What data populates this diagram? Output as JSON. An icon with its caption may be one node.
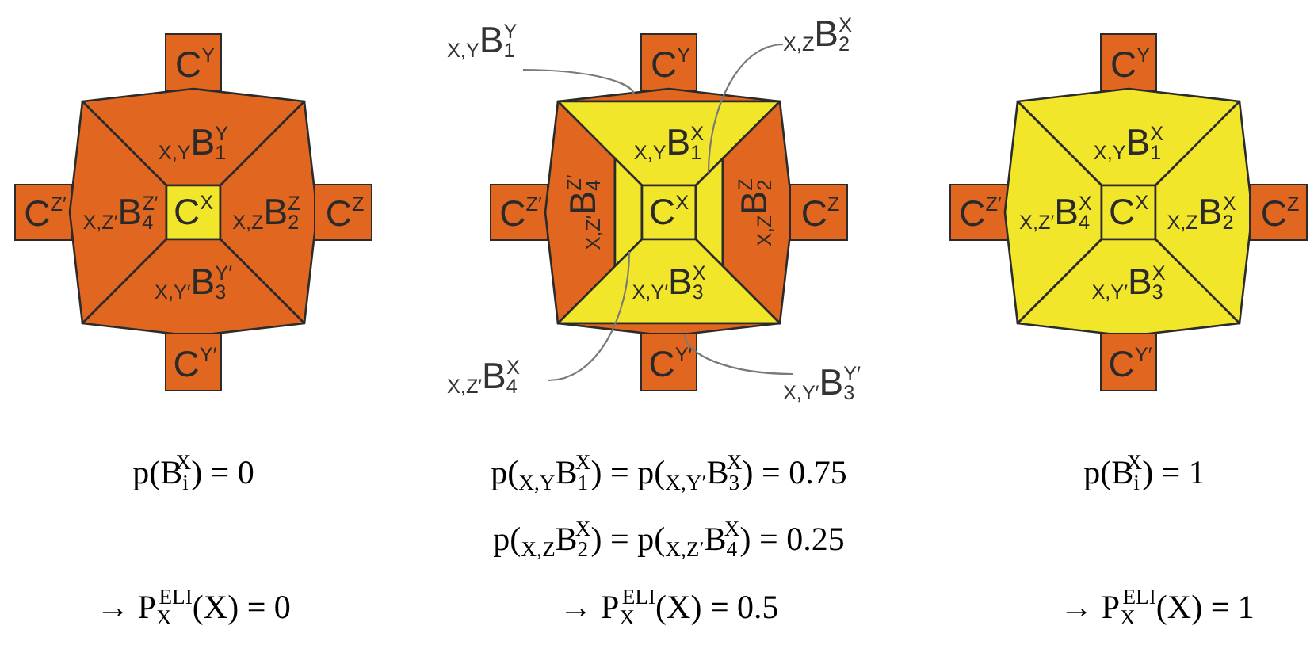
{
  "diagram": {
    "nodes": [
      {
        "text": [
          "C$^{Y}$"
        ]
      },
      {
        "text": [
          "$_{X,Y}$B$_{1}$$^{Y}$"
        ]
      },
      {
        "text": [
          "C$^{Z′}$"
        ]
      },
      {
        "text": [
          "$_{X,Z′}$B$_{4}$$^{Z′}$"
        ]
      },
      {
        "text": [
          "C$^{X}$"
        ]
      },
      {
        "text": [
          "$_{X,Z}$B$_{2}$$^{Z}$"
        ]
      },
      {
        "text": [
          "C$^{Z}$"
        ]
      },
      {
        "text": [
          "$_{X,Y′}$B$_{3}$$^{Y′}$"
        ]
      },
      {
        "text": [
          "C$^{Y′}$"
        ]
      },
      {
        "text": [
          "$_{X,Y}$B$_{1}$$^{Y}$"
        ]
      },
      {
        "text": [
          "C$^{Y}$"
        ]
      },
      {
        "text": [
          "$_{X,Z}$B$_{2}$$^{X}$"
        ]
      },
      {
        "text": [],
        "shape": "bar"
      },
      {
        "text": [
          "$_{X,Y}$B$_{1}$$^{X}$"
        ]
      },
      {
        "text": [
          "C$^{Z′}$"
        ]
      },
      {
        "text": [
          "$_{X,Z′}$B$_{4}$$^{Z′}$"
        ]
      },
      {
        "text": [],
        "shape": "bar"
      },
      {
        "text": [
          "C$^{X}$"
        ]
      },
      {
        "text": [],
        "shape": "bar"
      },
      {
        "text": [
          "$_{X,Z}$B$_{2}$$^{Z}$"
        ]
      },
      {
        "text": [
          "C$^{Z}$"
        ]
      },
      {
        "text": [
          "$_{X,Y′}$B$_{3}$$^{X}$"
        ]
      },
      {
        "text": [],
        "shape": "bar"
      },
      {
        "text": [
          "C$^{Y′}$"
        ]
      },
      {
        "text": [
          "$_{X,Z′}$B$_{4}$$^{X}$"
        ]
      },
      {
        "text": [
          "$_{X,Y′}$B$_{3}$$^{Y′}$"
        ]
      },
      {
        "text": [
          "C$^{Y}$"
        ]
      },
      {
        "text": [
          "$_{X,Y}$B$_{1}$$^{X}$"
        ]
      },
      {
        "text": [
          "C$^{Z′}$"
        ]
      },
      {
        "text": [
          "$_{X,Z′}$B$_{4}$$^{X}$"
        ]
      },
      {
        "text": [
          "C$^{X}$"
        ]
      },
      {
        "text": [
          "$_{X,Z}$B$_{2}$$^{X}$"
        ]
      },
      {
        "text": [
          "C$^{Z}$"
        ]
      },
      {
        "text": [
          "$_{X,Y′}$B$_{3}$$^{X}$"
        ]
      },
      {
        "text": [
          "C$^{Y′}$"
        ]
      }
    ],
    "edges": [
      {
        "from": 9,
        "to": 12,
        "arrow": "none"
      },
      {
        "from": 11,
        "to": 18,
        "arrow": "none"
      },
      {
        "from": 24,
        "to": 16,
        "arrow": "none"
      },
      {
        "from": 25,
        "to": 22,
        "arrow": "none"
      }
    ],
    "labels": [
      "p(B$_{i}$$^{X}$) = 0",
      "p($_{X,Y}$B$_{1}$$^{X}$) = p($_{X,Y′}$B$_{3}$$^{X}$) = 0.75",
      "p(B$_{i}$$^{X}$) = 1",
      "p($_{X,Z}$B$_{2}$$^{X}$) = p($_{X,Z′}$B$_{4}$$^{X}$) = 0.25",
      "→ P$_{X}$$^{ELI}$(X) = 0",
      "→ P$_{X}$$^{ELI}$(X) = 0.5",
      "→ P$_{X}$$^{ELI}$(X) = 1"
    ]
  }
}
